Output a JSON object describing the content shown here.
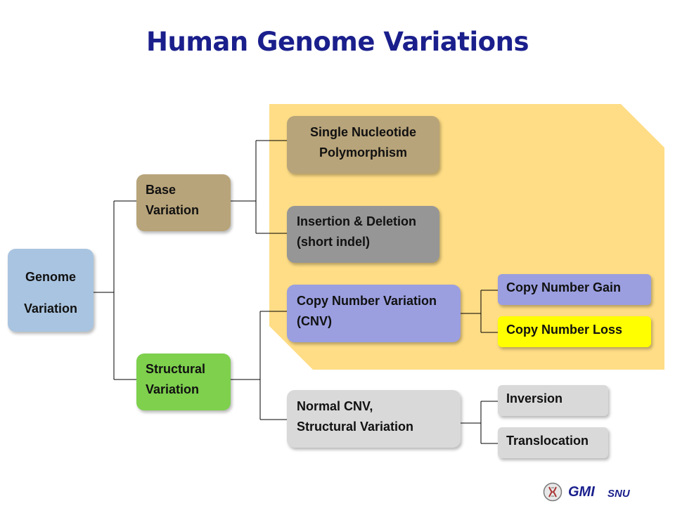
{
  "title": "Human Genome Variations",
  "colors": {
    "title": "#1a1f8c",
    "highlight_region": "#fedd86",
    "genome": "#a9c4e0",
    "base": "#b8a47a",
    "structural": "#7ed04d",
    "indel": "#969696",
    "cnv": "#9b9fe0",
    "copy_number_loss": "#ffff00",
    "normal": "#d9d9d9",
    "connector": "#000000"
  },
  "nodes": {
    "genome": "Genome\nVariation",
    "base": "Base\nVariation",
    "structural": "Structural\nVariation",
    "snp": "Single Nucleotide\nPolymorphism",
    "indel": "Insertion & Deletion\n(short  indel)",
    "cnv": "Copy Number Variation\n(CNV)",
    "normal": "Normal CNV,\nStructural Variation",
    "gain": "Copy Number Gain",
    "loss": "Copy Number Loss",
    "inversion": "Inversion",
    "translocation": "Translocation"
  },
  "edges": [
    [
      "genome",
      "base"
    ],
    [
      "genome",
      "structural"
    ],
    [
      "base",
      "snp"
    ],
    [
      "base",
      "indel"
    ],
    [
      "structural",
      "cnv"
    ],
    [
      "structural",
      "normal"
    ],
    [
      "cnv",
      "gain"
    ],
    [
      "cnv",
      "loss"
    ],
    [
      "normal",
      "inversion"
    ],
    [
      "normal",
      "translocation"
    ]
  ],
  "logo": {
    "icon": "chromosome-logo-icon",
    "main": "GMI",
    "sub": "SNU"
  }
}
